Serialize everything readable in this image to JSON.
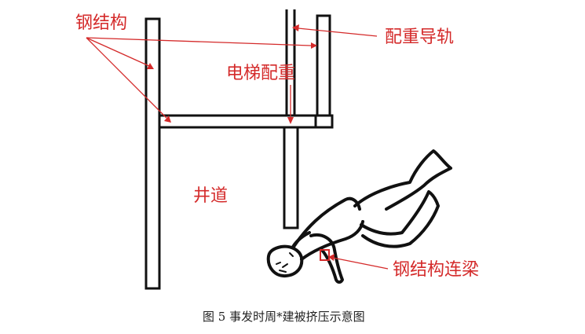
{
  "labels": {
    "steel_structure": "钢结构",
    "counterweight_rail": "配重导轨",
    "elevator_counterweight": "电梯配重",
    "shaft": "井道",
    "steel_beam": "钢结构连梁"
  },
  "caption": "图 5 事发时周*建被挤压示意图",
  "colors": {
    "label": "#d42a2a",
    "annotation_line": "#d42a2a",
    "structure_stroke": "#111111",
    "caption": "#222222"
  }
}
